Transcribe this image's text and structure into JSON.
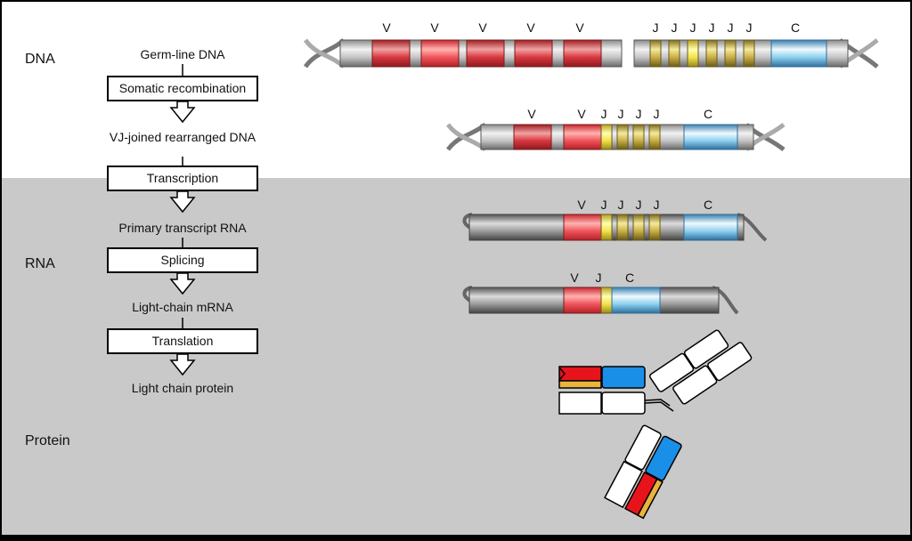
{
  "sections": {
    "dna": "DNA",
    "rna": "RNA",
    "protein": "Protein"
  },
  "flow": {
    "germline": "Germ-line DNA",
    "somatic": "Somatic recombination",
    "vj_joined": "VJ-joined rearranged DNA",
    "transcription": "Transcription",
    "primary": "Primary transcript RNA",
    "splicing": "Splicing",
    "mrna": "Light-chain mRNA",
    "translation": "Translation",
    "protein": "Light chain protein"
  },
  "segment_labels": {
    "v": "V",
    "j": "J",
    "c": "C"
  },
  "colors": {
    "background_top": "#ffffff",
    "background_bottom": "#c9c9c9",
    "v_segment": "#d9363e",
    "j_segment": "#d8c15a",
    "c_segment": "#8ccfee",
    "protein_variable": "#e8141c",
    "protein_constant": "#1a8fe8",
    "protein_joining": "#e8b43c"
  }
}
